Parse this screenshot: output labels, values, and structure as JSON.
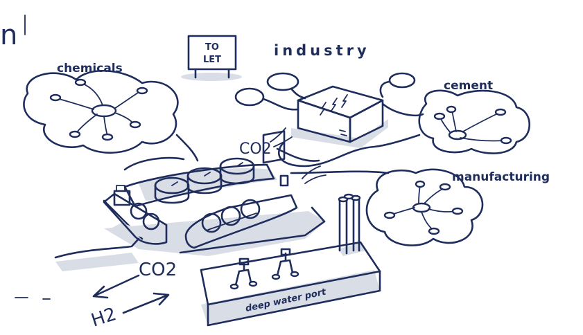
{
  "labels": {
    "partial_title": "n",
    "chemicals": "chemicals",
    "industry": "industry",
    "cement": "cement",
    "manufacturing": "manufacturing",
    "co2_top": "CO2",
    "co2_bottom": "CO2",
    "h2": "H2",
    "port": "deep water port",
    "sign_line1": "TO",
    "sign_line2": "LET"
  },
  "colors": {
    "ink": "#1f2d5c",
    "shade": "#d9dde6",
    "background": "#ffffff"
  },
  "icons": [
    "to-let-sign-icon",
    "factory-icon",
    "ship-icon",
    "storage-tank-icon",
    "crane-icon",
    "pipe-stack-icon",
    "arrow-icon"
  ]
}
